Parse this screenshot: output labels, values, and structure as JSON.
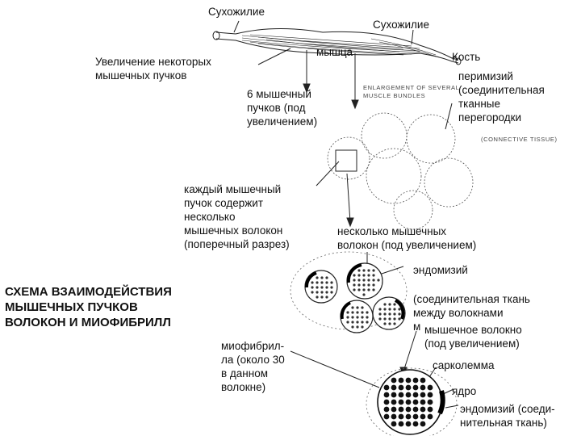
{
  "labels": {
    "tendon_left": "Сухожилие",
    "tendon_right": "Сухожилие",
    "muscle": "мышца",
    "bone": "Кость",
    "bundles_enlarged": "Увеличение некоторых\nмышечных пучков",
    "six_bundles": "6 мышечный\nпучков (под\nувеличением)",
    "perimysium": "перимизий\n(соединительная\nтканные\nперегородки",
    "each_bundle": "каждый мышечный\nпучок содержит\nнесколько\nмышечных волокон\n(поперечный разрез)",
    "several_fibers": "несколько мышечных\nволокон (под увеличением)",
    "endomysium": "эндомизий",
    "endomysium_desc": "(соединительная ткань\nмежду волокнами\nм",
    "muscle_fiber": "мышечное волокно\n(под увеличением)",
    "myofibrils": "миофибрил-\nла (около 30\nв данном\nволокне)",
    "sarcolemma": "сарколемма",
    "nucleus": "ядро",
    "endomysium2": "эндомизий (соеди-\nнительная ткань)"
  },
  "english": {
    "enlargement": "ENLARGEMENT OF SEVERAL\nMUSCLE BUNDLES",
    "connective": "(CONNECTIVE TISSUE)"
  },
  "title": "СХЕМА ВЗАИМОДЕЙСТВИЯ\nМЫШЕЧНЫХ ПУЧКОВ\nВОЛОКОН И МИОФИБРИЛЛ"
}
